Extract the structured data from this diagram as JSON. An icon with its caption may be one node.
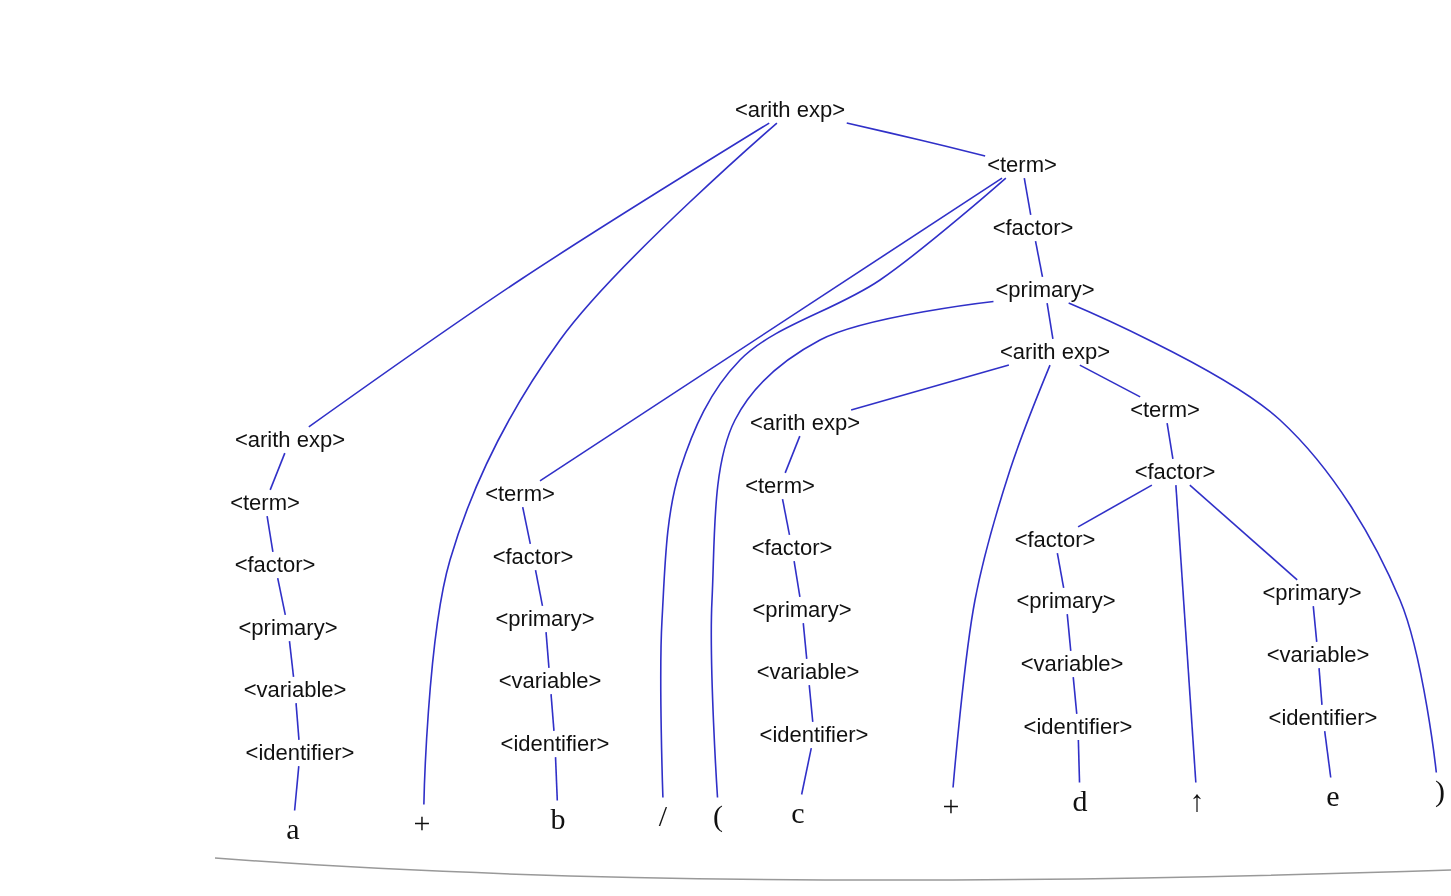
{
  "diagram": {
    "nodes": [
      {
        "text": [
          "<arith exp>"
        ]
      },
      {
        "text": [
          "<arith exp>"
        ]
      },
      {
        "text": [
          "<term>"
        ]
      },
      {
        "text": [
          "<factor>"
        ]
      },
      {
        "text": [
          "<primary>"
        ]
      },
      {
        "text": [
          "<variable>"
        ]
      },
      {
        "text": [
          "<identifier>"
        ]
      },
      {
        "text": [
          "a"
        ]
      },
      {
        "text": [
          "+"
        ]
      },
      {
        "text": [
          "<term>"
        ]
      },
      {
        "text": [
          "<term>"
        ]
      },
      {
        "text": [
          "<factor>"
        ]
      },
      {
        "text": [
          "<primary>"
        ]
      },
      {
        "text": [
          "<variable>"
        ]
      },
      {
        "text": [
          "<identifier>"
        ]
      },
      {
        "text": [
          "b"
        ]
      },
      {
        "text": [
          "/"
        ]
      },
      {
        "text": [
          "<factor>"
        ]
      },
      {
        "text": [
          "<primary>"
        ]
      },
      {
        "text": [
          "("
        ]
      },
      {
        "text": [
          "<arith exp>"
        ]
      },
      {
        "text": [
          "<arith exp>"
        ]
      },
      {
        "text": [
          "<term>"
        ]
      },
      {
        "text": [
          "<factor>"
        ]
      },
      {
        "text": [
          "<primary>"
        ]
      },
      {
        "text": [
          "<variable>"
        ]
      },
      {
        "text": [
          "<identifier>"
        ]
      },
      {
        "text": [
          "c"
        ]
      },
      {
        "text": [
          "+"
        ]
      },
      {
        "text": [
          "<term>"
        ]
      },
      {
        "text": [
          "<factor>"
        ]
      },
      {
        "text": [
          "<factor>"
        ]
      },
      {
        "text": [
          "<primary>"
        ]
      },
      {
        "text": [
          "<variable>"
        ]
      },
      {
        "text": [
          "<identifier>"
        ]
      },
      {
        "text": [
          "d"
        ]
      },
      {
        "text": [
          "↑"
        ]
      },
      {
        "text": [
          "<primary>"
        ]
      },
      {
        "text": [
          "<variable>"
        ]
      },
      {
        "text": [
          "<identifier>"
        ]
      },
      {
        "text": [
          "e"
        ]
      },
      {
        "text": [
          ")"
        ]
      }
    ],
    "edges": [
      {
        "from": 0,
        "to": 1,
        "arrow": "none"
      },
      {
        "from": 0,
        "to": 8,
        "arrow": "none"
      },
      {
        "from": 0,
        "to": 9,
        "arrow": "none"
      },
      {
        "from": 1,
        "to": 2,
        "arrow": "none"
      },
      {
        "from": 2,
        "to": 3,
        "arrow": "none"
      },
      {
        "from": 3,
        "to": 4,
        "arrow": "none"
      },
      {
        "from": 4,
        "to": 5,
        "arrow": "none"
      },
      {
        "from": 5,
        "to": 6,
        "arrow": "none"
      },
      {
        "from": 6,
        "to": 7,
        "arrow": "none"
      },
      {
        "from": 9,
        "to": 10,
        "arrow": "none"
      },
      {
        "from": 9,
        "to": 16,
        "arrow": "none"
      },
      {
        "from": 9,
        "to": 17,
        "arrow": "none"
      },
      {
        "from": 10,
        "to": 11,
        "arrow": "none"
      },
      {
        "from": 11,
        "to": 12,
        "arrow": "none"
      },
      {
        "from": 12,
        "to": 13,
        "arrow": "none"
      },
      {
        "from": 13,
        "to": 14,
        "arrow": "none"
      },
      {
        "from": 14,
        "to": 15,
        "arrow": "none"
      },
      {
        "from": 17,
        "to": 18,
        "arrow": "none"
      },
      {
        "from": 18,
        "to": 19,
        "arrow": "none"
      },
      {
        "from": 18,
        "to": 20,
        "arrow": "none"
      },
      {
        "from": 18,
        "to": 41,
        "arrow": "none"
      },
      {
        "from": 20,
        "to": 21,
        "arrow": "none"
      },
      {
        "from": 20,
        "to": 28,
        "arrow": "none"
      },
      {
        "from": 20,
        "to": 29,
        "arrow": "none"
      },
      {
        "from": 21,
        "to": 22,
        "arrow": "none"
      },
      {
        "from": 22,
        "to": 23,
        "arrow": "none"
      },
      {
        "from": 23,
        "to": 24,
        "arrow": "none"
      },
      {
        "from": 24,
        "to": 25,
        "arrow": "none"
      },
      {
        "from": 25,
        "to": 26,
        "arrow": "none"
      },
      {
        "from": 26,
        "to": 27,
        "arrow": "none"
      },
      {
        "from": 29,
        "to": 30,
        "arrow": "none"
      },
      {
        "from": 30,
        "to": 31,
        "arrow": "none"
      },
      {
        "from": 30,
        "to": 36,
        "arrow": "none"
      },
      {
        "from": 30,
        "to": 37,
        "arrow": "none"
      },
      {
        "from": 31,
        "to": 32,
        "arrow": "none"
      },
      {
        "from": 32,
        "to": 33,
        "arrow": "none"
      },
      {
        "from": 33,
        "to": 34,
        "arrow": "none"
      },
      {
        "from": 34,
        "to": 35,
        "arrow": "none"
      },
      {
        "from": 37,
        "to": 38,
        "arrow": "none"
      },
      {
        "from": 38,
        "to": 39,
        "arrow": "none"
      },
      {
        "from": 39,
        "to": 40,
        "arrow": "none"
      }
    ]
  }
}
